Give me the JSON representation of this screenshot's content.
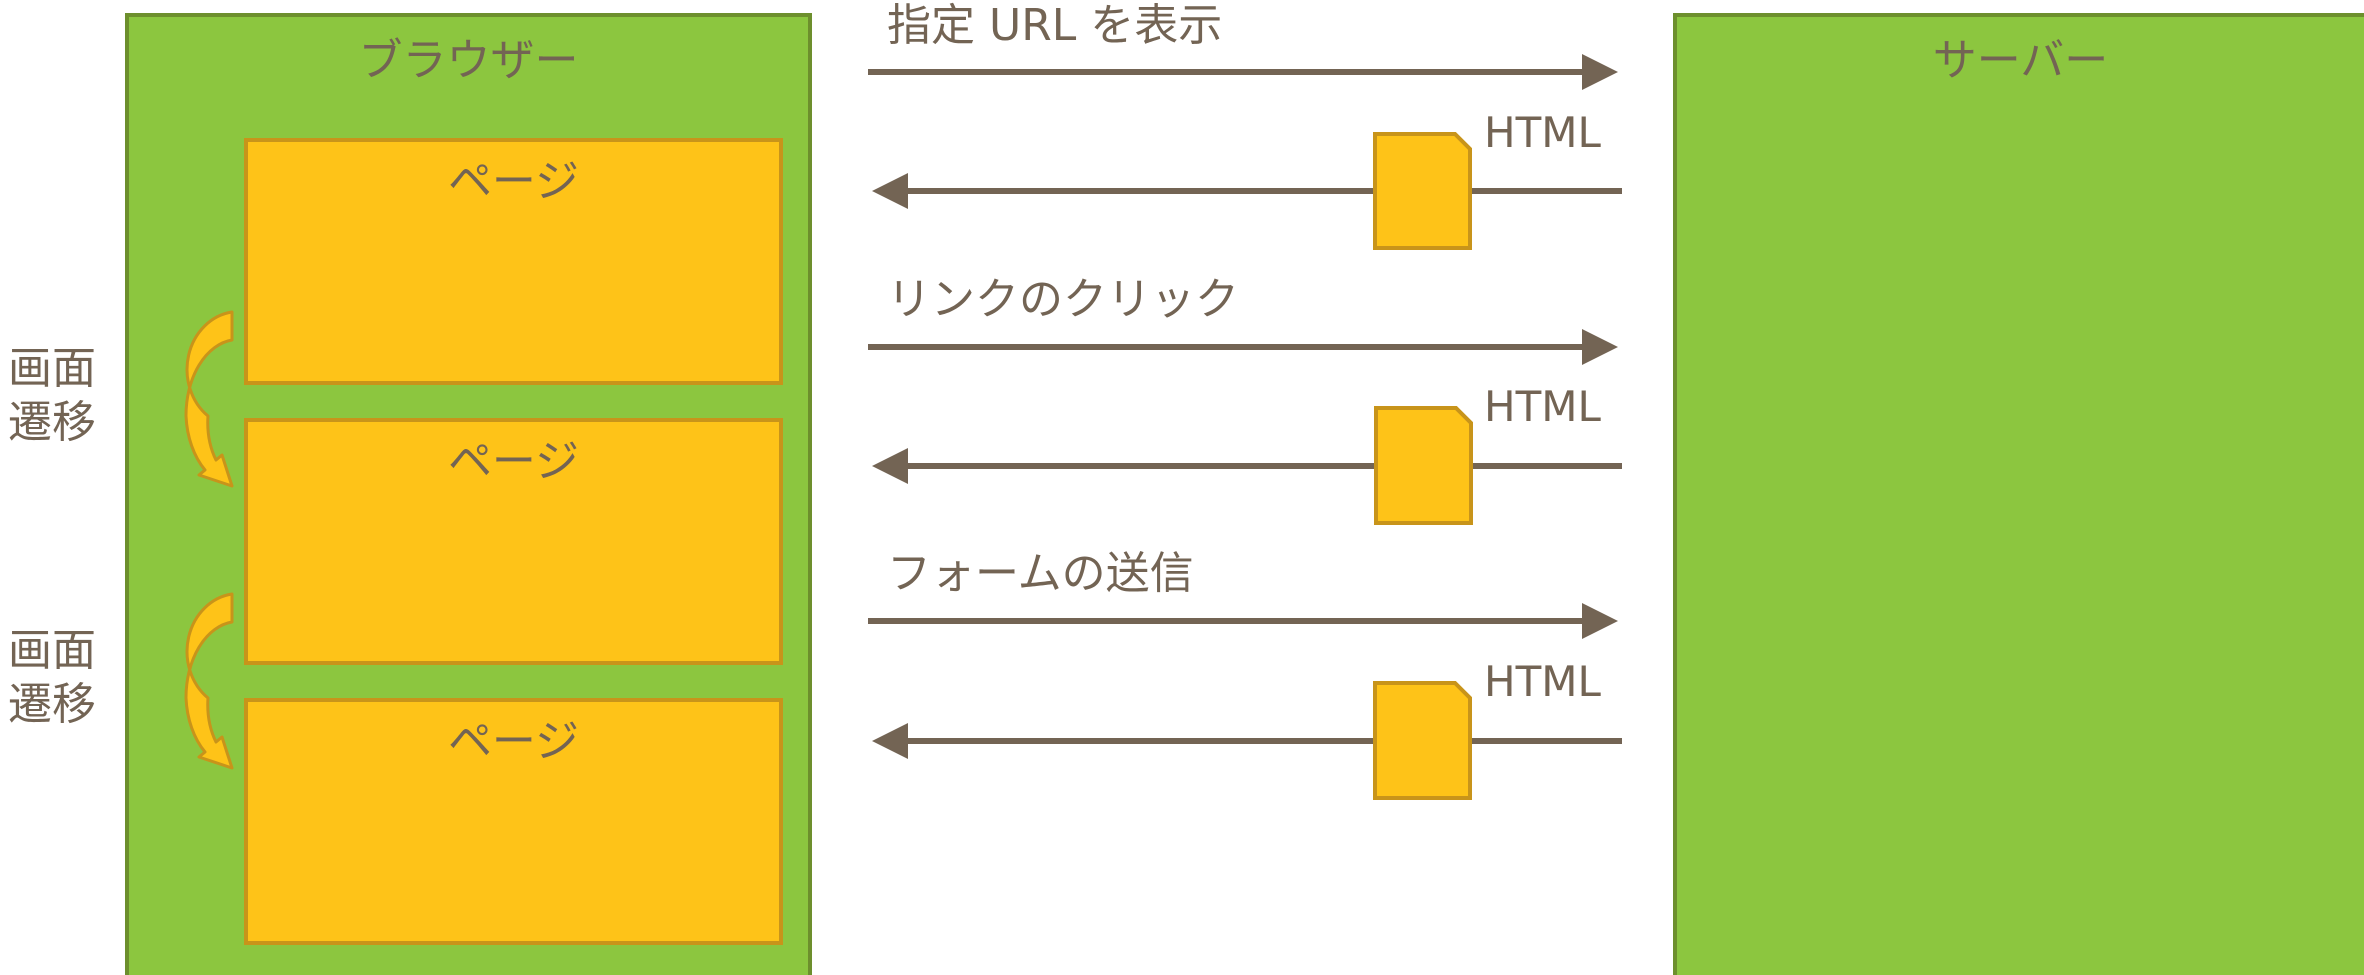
{
  "browser": {
    "title": "ブラウザー",
    "pages": [
      {
        "label": "ページ"
      },
      {
        "label": "ページ"
      },
      {
        "label": "ページ"
      }
    ],
    "transitions": [
      {
        "label_line1": "画面",
        "label_line2": "遷移"
      },
      {
        "label_line1": "画面",
        "label_line2": "遷移"
      }
    ]
  },
  "server": {
    "title": "サーバー"
  },
  "messages": [
    {
      "request_label": "指定 URL を表示",
      "response_label": "HTML"
    },
    {
      "request_label": "リンクのクリック",
      "response_label": "HTML"
    },
    {
      "request_label": "フォームの送信",
      "response_label": "HTML"
    }
  ],
  "colors": {
    "container_green": "#8cc63f",
    "container_border": "#6d8f2d",
    "page_yellow": "#fec318",
    "page_border": "#c8941a",
    "arrow_brown": "#736454",
    "text": "#736454"
  }
}
